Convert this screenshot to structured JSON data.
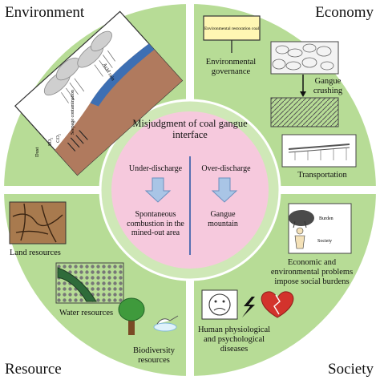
{
  "quadrants": {
    "environment": {
      "title": "Environment"
    },
    "economy": {
      "title": "Economy"
    },
    "resource": {
      "title": "Resource"
    },
    "society": {
      "title": "Society"
    }
  },
  "environment_scene": {
    "labels": [
      "SO₂",
      "CO₂",
      "Dust",
      "Acid rain",
      "Seepage contamination"
    ]
  },
  "economy_items": {
    "sign_text": "Environmental restoration coal",
    "governance": "Environmental governance",
    "crushing": "Gangue crushing",
    "transportation": "Transportation"
  },
  "resource_items": {
    "land": "Land resources",
    "water": "Water resources",
    "biodiversity": "Biodiversity resources"
  },
  "society_items": {
    "burden_word": "Burden",
    "society_word": "Society",
    "problems": "Economic and environmental problems impose social burdens",
    "disease": "Human physiological and psychological diseases"
  },
  "center": {
    "title": "Misjudgment of coal gangue interface",
    "under_discharge": "Under-discharge",
    "over_discharge": "Over-discharge",
    "under_result": "Spontaneous combustion in the mined-out area",
    "over_result": "Gangue mountain"
  },
  "colors": {
    "quadrant_fill": "#b7dc96",
    "inner_ring": "#cfe8b7",
    "center_fill": "#f6c9dd",
    "arrow_fill": "#a9c5e6",
    "divider": "#2f5aa8"
  }
}
